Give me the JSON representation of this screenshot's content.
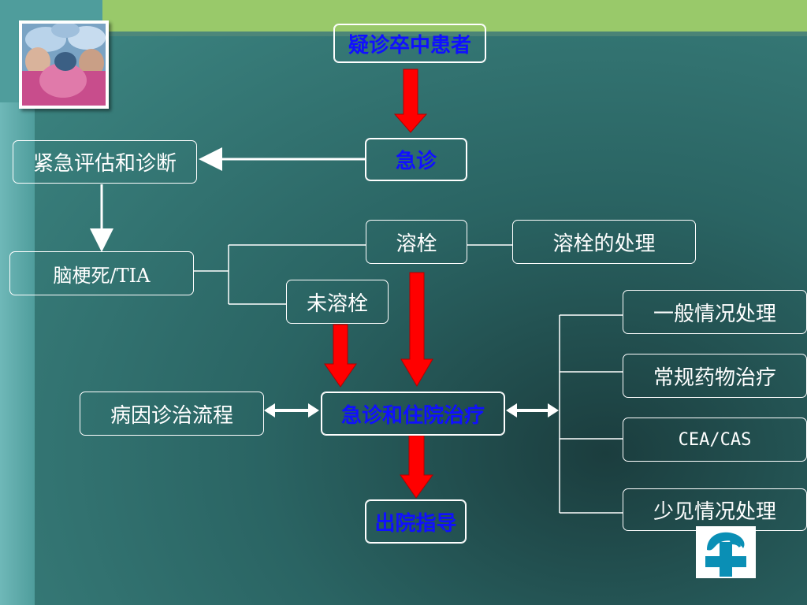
{
  "nodes": {
    "suspected_stroke": "疑诊卒中患者",
    "emergency": "急诊",
    "urgent_assessment": "紧急评估和诊断",
    "infarction_tia": "脑梗死/TIA",
    "thrombolysis": "溶栓",
    "thrombolysis_management": "溶栓的处理",
    "no_thrombolysis": "未溶栓",
    "general_management": "一般情况处理",
    "routine_drug_therapy": "常规药物治疗",
    "cea_cas": "CEA/CAS",
    "etiology_workflow": "病因诊治流程",
    "emergency_inpatient": "急诊和住院治疗",
    "rare_conditions": "少见情况处理",
    "discharge_guidance": "出院指导"
  },
  "colors": {
    "arrow_red": "#ff0000",
    "highlight_text": "#0000ff",
    "top_bar": "#99c96a",
    "background": "#2a6463"
  },
  "icons": [
    "surgery-photo",
    "hospital-logo-icon"
  ]
}
